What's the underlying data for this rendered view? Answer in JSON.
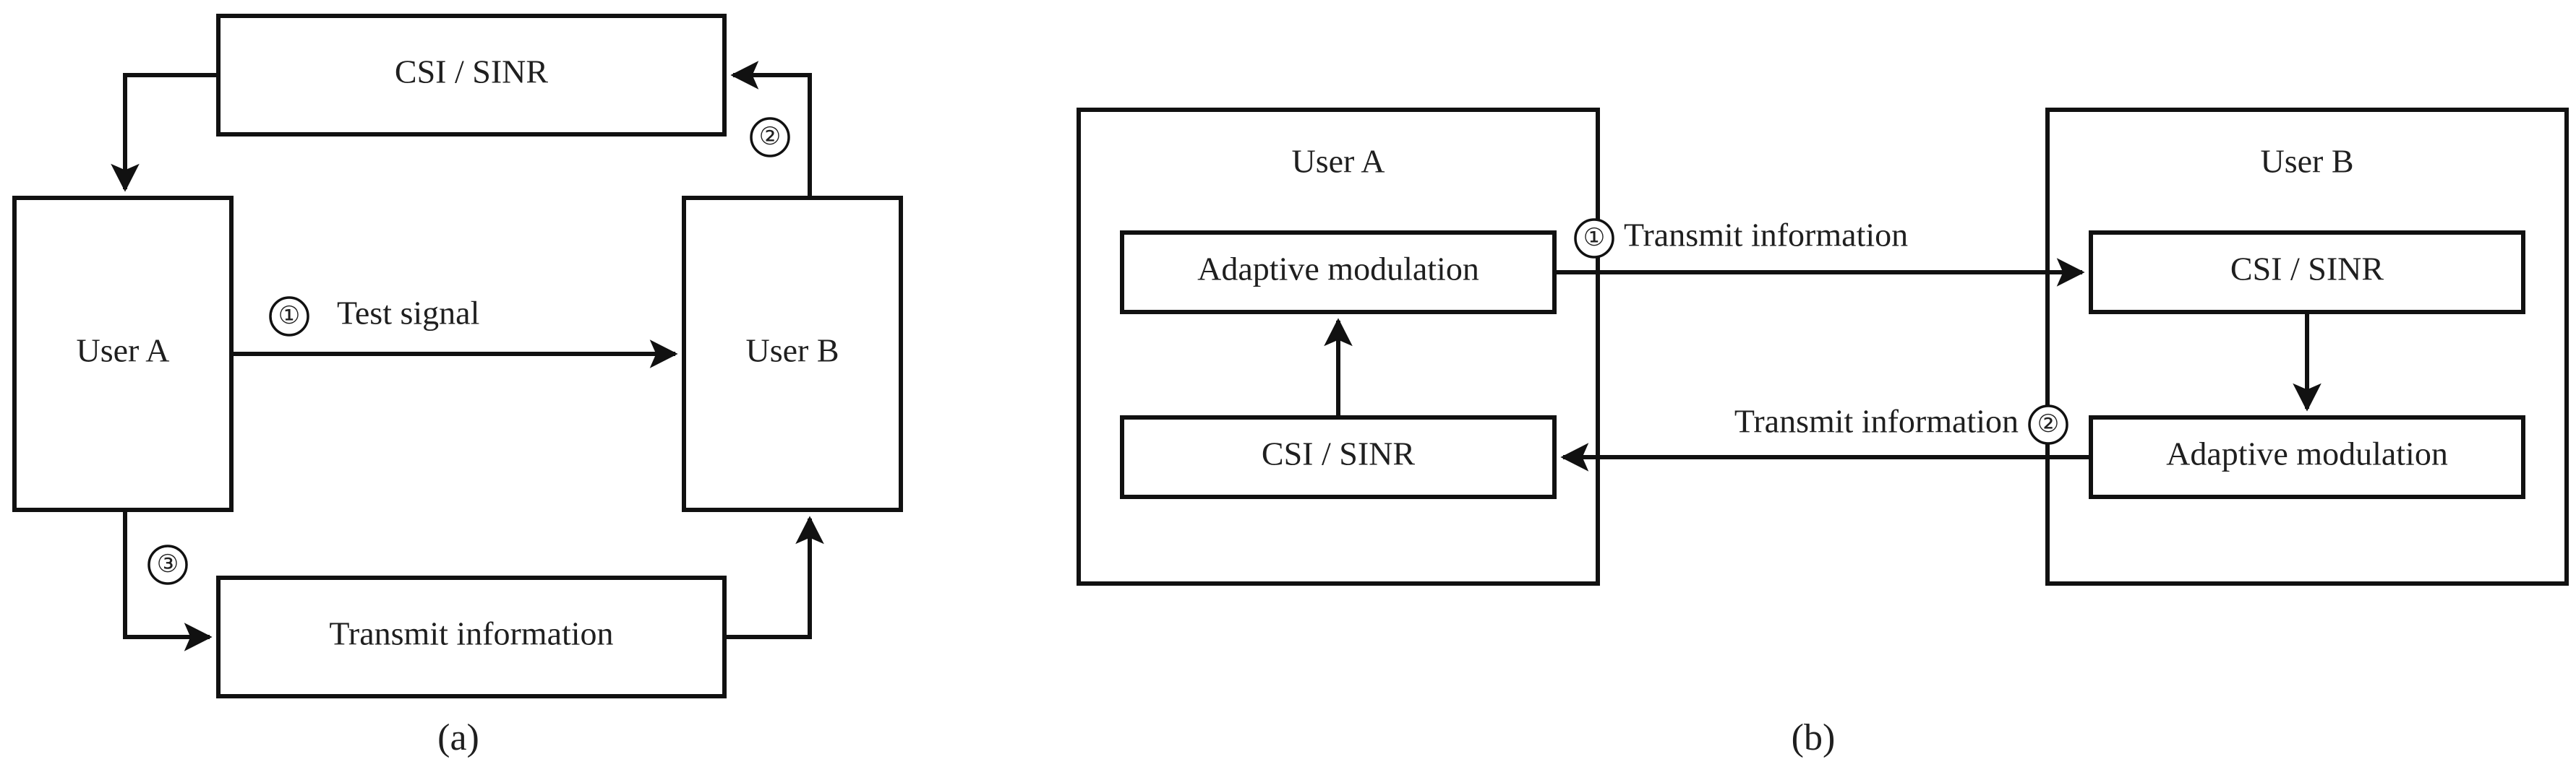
{
  "figure": {
    "kind": "two-panel block diagram",
    "captions": {
      "left": "(a)",
      "right": "(b)"
    }
  },
  "panel_a": {
    "caption": "(a)",
    "boxes": {
      "csi_sinr": "CSI / SINR",
      "user_a": "User A",
      "user_b": "User B",
      "transmit_information": "Transmit information"
    },
    "edges": [
      {
        "marker": "①",
        "label": "Test signal",
        "from": "User A",
        "to": "User B",
        "direction": "right"
      },
      {
        "marker": "②",
        "label": "",
        "from": "User B",
        "to": "CSI / SINR",
        "direction": "up-left"
      },
      {
        "marker": "③",
        "label": "",
        "from": "User A",
        "to": "Transmit information",
        "direction": "down-right"
      },
      {
        "marker": "",
        "label": "",
        "from": "CSI / SINR",
        "to": "User A",
        "direction": "down-left"
      },
      {
        "marker": "",
        "label": "",
        "from": "Transmit information",
        "to": "User B",
        "direction": "up-right"
      }
    ],
    "markers": {
      "one": "①",
      "two": "②",
      "three": "③"
    }
  },
  "panel_b": {
    "caption": "(b)",
    "user_a": {
      "title": "User A",
      "blocks": {
        "top": "Adaptive modulation",
        "bottom": "CSI / SINR"
      }
    },
    "user_b": {
      "title": "User B",
      "blocks": {
        "top": "CSI / SINR",
        "bottom": "Adaptive modulation"
      }
    },
    "edges": [
      {
        "marker": "①",
        "label": "Transmit information",
        "direction": "right",
        "from": "Adaptive modulation",
        "to": "CSI / SINR"
      },
      {
        "marker": "②",
        "label": "Transmit information",
        "direction": "left",
        "from": "Adaptive modulation",
        "to": "CSI / SINR"
      }
    ],
    "markers": {
      "one": "①",
      "two": "②"
    },
    "internal_edges": [
      {
        "from": "CSI / SINR",
        "to": "Adaptive modulation",
        "direction": "up",
        "side": "User A"
      },
      {
        "from": "CSI / SINR",
        "to": "Adaptive modulation",
        "direction": "down",
        "side": "User B"
      }
    ]
  },
  "style": {
    "background": "#ffffff",
    "stroke": "#111111",
    "text": "#1f1f1f"
  }
}
